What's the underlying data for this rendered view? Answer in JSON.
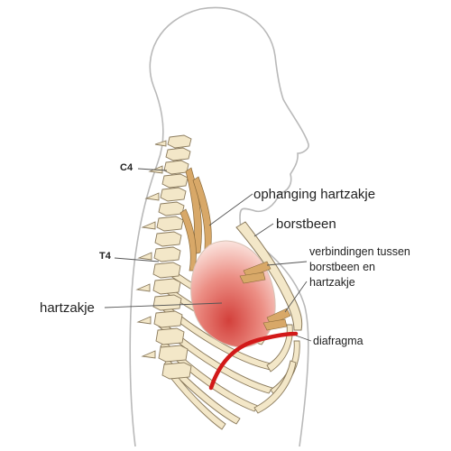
{
  "labels": {
    "c4": "C4",
    "t4": "T4",
    "ophanging": "ophanging hartzakje",
    "borstbeen": "borstbeen",
    "verbindingen_line1": "verbindingen tussen",
    "verbindingen_line2": "borstbeen en",
    "verbindingen_line3": "hartzakje",
    "hartzakje": "hartzakje",
    "diafragma": "diafragma"
  },
  "colors": {
    "outline": "#b9b9b9",
    "bone": "#f3e7c8",
    "bone_outline": "#8a7a5c",
    "ligament": "#d8a868",
    "pericardium_light": "#f8d6cf",
    "pericardium_dark": "#d84a44",
    "diaphragm": "#d21919",
    "leader": "#555555"
  }
}
